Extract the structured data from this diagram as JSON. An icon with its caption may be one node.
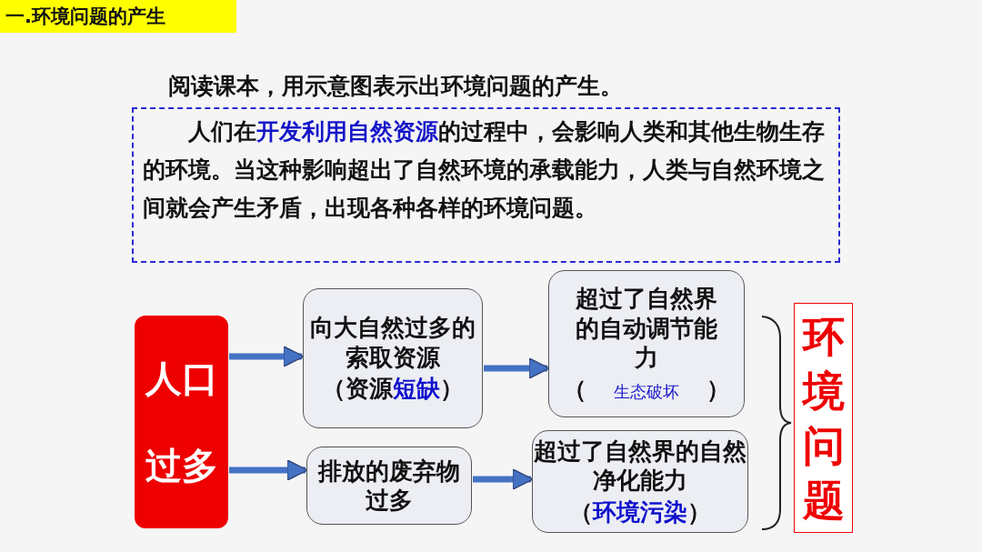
{
  "diagram": {
    "title": "一.环境问题的产生",
    "nodes": [
      {
        "text": [
          "人们在**开发利用自然资源**的过程中，会影响人类和其他生物生存的环境。当这种影响超出了自然环境的承载能力，人类与自然环境之间就会产生矛盾，出现各种各样的环境问题。"
        ]
      },
      {
        "text": [
          "人口过多"
        ]
      },
      {
        "text": [
          "向大自然过多的索取资源",
          "（资源**短缺**）"
        ]
      },
      {
        "text": [
          "排放的废弃物过多"
        ]
      },
      {
        "text": [
          "超过了自然界的自动调节能力",
          "（**生态破坏**）"
        ]
      },
      {
        "text": [
          "超过了自然界的自然净化能力",
          "（**环境污染**）"
        ]
      },
      {
        "text": [
          "环境问题"
        ]
      }
    ],
    "edges": [
      {
        "from": 1,
        "to": 2,
        "arrow": "to"
      },
      {
        "from": 1,
        "to": 3,
        "arrow": "to"
      },
      {
        "from": 2,
        "to": 4,
        "arrow": "to"
      },
      {
        "from": 3,
        "to": 5,
        "arrow": "to"
      }
    ],
    "labels": [
      "阅读课本，用示意图表示出环境问题的产生。"
    ]
  }
}
